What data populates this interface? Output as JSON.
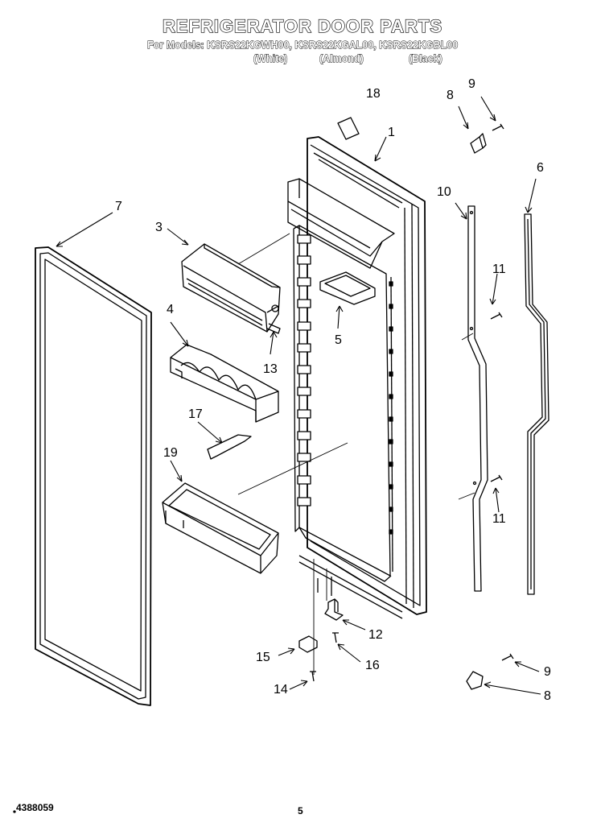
{
  "header": {
    "title": "REFRIGERATOR DOOR PARTS",
    "models_line": "For Models: KSRS22KGWH00, KSRS22KGAL00, KSRS22KGBL00",
    "variants": [
      "(White)",
      "(Almond)",
      "(Black)"
    ]
  },
  "callouts": [
    "18",
    "1",
    "8",
    "9",
    "10",
    "6",
    "7",
    "3",
    "4",
    "13",
    "5",
    "11",
    "17",
    "19",
    "11",
    "12",
    "16",
    "15",
    "14",
    "9",
    "8"
  ],
  "footer": {
    "doc_number": "4388059",
    "page_number": "5"
  },
  "colors": {
    "ink": "#000000",
    "paper": "#ffffff",
    "shade": "#d9d9d9"
  }
}
